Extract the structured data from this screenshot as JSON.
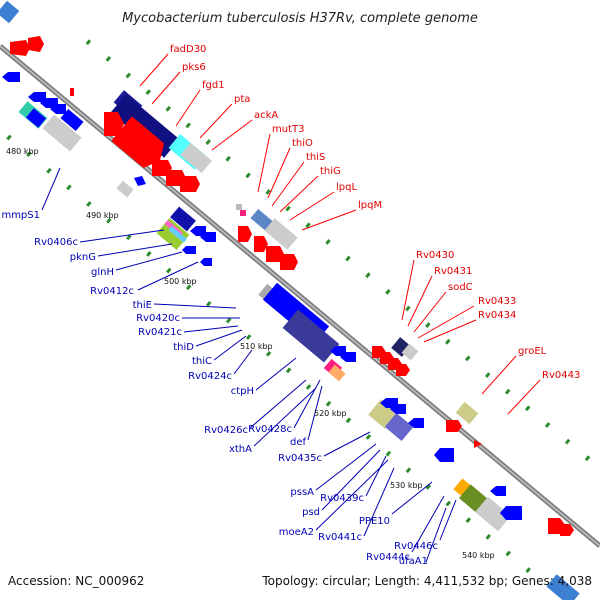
{
  "title": "Mycobacterium tuberculosis H37Rv, complete genome",
  "footer": {
    "accession": "Accession: NC_000962",
    "topology": "Topology: circular; Length: 4,411,532 bp; Genes: 4,038"
  },
  "colors": {
    "forward_gene": "#ff0000",
    "reverse_gene": "#0000ff",
    "forward_label": "#e00000",
    "reverse_label": "#0000b4",
    "backbone": "#888888",
    "tick_dot": "#2e8b2e"
  },
  "tick_labels": [
    "480 kbp",
    "490 kbp",
    "500 kbp",
    "510 kbp",
    "520 kbp",
    "530 kbp",
    "540 kbp"
  ],
  "genes_forward": [
    "fadD30",
    "pks6",
    "fgd1",
    "pta",
    "ackA",
    "mutT3",
    "thiO",
    "thiS",
    "thiG",
    "lpqL",
    "lpqM",
    "Rv0430",
    "Rv0431",
    "sodC",
    "Rv0433",
    "Rv0434",
    "groEL",
    "Rv0443"
  ],
  "genes_reverse": [
    "mmpS1",
    "Rv0406c",
    "pknG",
    "glnH",
    "Rv0412c",
    "thiE",
    "Rv0420c",
    "Rv0421c",
    "thiD",
    "thiC",
    "Rv0424c",
    "ctpH",
    "Rv0426c",
    "Rv0428c",
    "def",
    "xthA",
    "Rv0435c",
    "pssA",
    "psd",
    "Rv0439c",
    "moeA2",
    "Rv0441c",
    "PPE10",
    "Rv0446c",
    "Rv0444c",
    "ufaA1"
  ]
}
